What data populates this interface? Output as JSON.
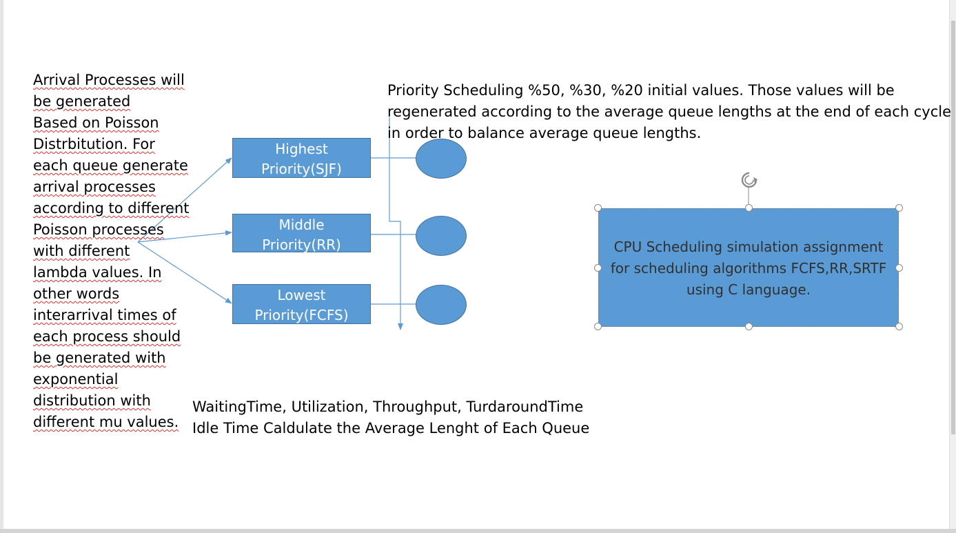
{
  "left_text": [
    "Arrival Processes will",
    "be generated",
    "Based on Poisson",
    "Distrbitution. For",
    "each queue generate",
    "arrival processes",
    "according to different",
    "Poisson processes",
    "with different",
    "lambda values. In",
    "other words",
    "interarrival times of",
    "each process should",
    "be generated with",
    "exponential",
    "distribution with",
    "different mu values."
  ],
  "top_text": [
    "Priority Scheduling %50, %30, %20 initial values. Those values will be",
    "regenerated according to the average queue lengths at the end of each cycle",
    "in order to balance average queue lengths."
  ],
  "queues": [
    {
      "line1": "Highest",
      "line2": "Priority(SJF)"
    },
    {
      "line1": "Middle",
      "line2": "Priority(RR)"
    },
    {
      "line1": "Lowest",
      "line2": "Priority(FCFS)"
    }
  ],
  "cpu_box": [
    "CPU Scheduling simulation assignment",
    "for scheduling algorithms FCFS,RR,SRTF",
    "using C language."
  ],
  "bottom_text": [
    "WaitingTime, Utilization, Throughput, TurdaroundTime",
    "Idle Time Caldulate the Average Lenght of Each Queue"
  ],
  "colors": {
    "shape_fill": "#5b9bd5",
    "shape_border": "#41719c",
    "connector": "#5b9bd5"
  },
  "icons": {
    "rotate_handle": "rotate-icon"
  }
}
